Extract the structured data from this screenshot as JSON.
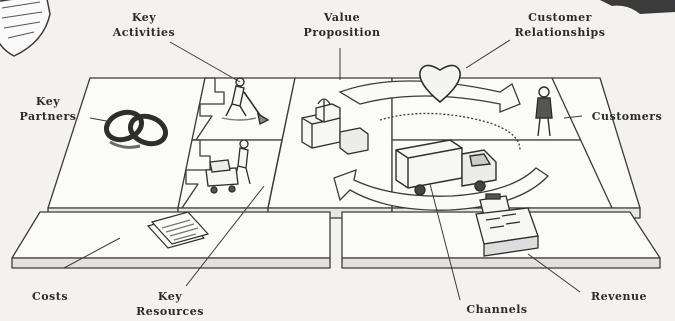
{
  "labels": {
    "key_activities": [
      "Key",
      "Activities"
    ],
    "value_proposition": [
      "Value",
      "Proposition"
    ],
    "customer_relationships": [
      "Customer",
      "Relationships"
    ],
    "key_partners": [
      "Key",
      "Partners"
    ],
    "customers": "Customers",
    "costs": "Costs",
    "key_resources": [
      "Key",
      "Resources"
    ],
    "channels": "Channels",
    "revenue": "Revenue"
  },
  "icons": [
    "shield-logo-icon",
    "rings-icon",
    "worker-digging-icon",
    "worker-with-cart-icon",
    "gift-boxes-icon",
    "heart-icon",
    "person-icon",
    "delivery-truck-icon",
    "cash-register-icon",
    "documents-icon"
  ]
}
